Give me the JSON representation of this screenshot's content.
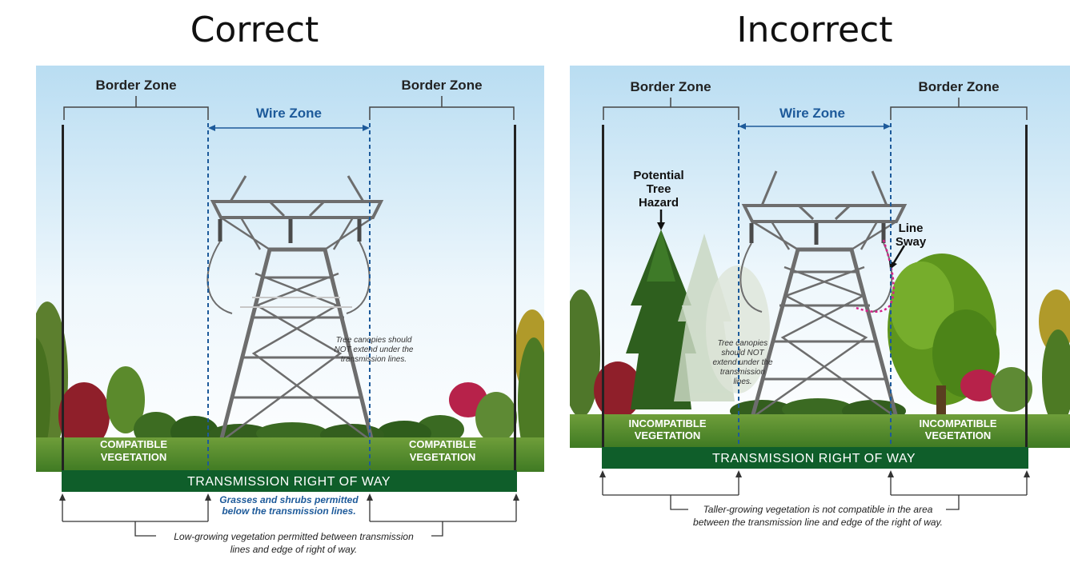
{
  "headings": {
    "correct": "Correct",
    "incorrect": "Incorrect"
  },
  "correct": {
    "border_zone_left": "Border Zone",
    "border_zone_right": "Border Zone",
    "wire_zone": "Wire Zone",
    "canopy_note": [
      "Tree canopies should",
      "NOT extend under the",
      "transmission lines."
    ],
    "veg_left": [
      "COMPATIBLE",
      "VEGETATION"
    ],
    "veg_right": [
      "COMPATIBLE",
      "VEGETATION"
    ],
    "row_label": "TRANSMISSION RIGHT OF WAY",
    "wire_caption": [
      "Grasses and shrubs permitted",
      "below the transmission lines."
    ],
    "bottom_caption": [
      "Low-growing vegetation permitted between transmission",
      "lines and edge of right of way."
    ]
  },
  "incorrect": {
    "border_zone_left": "Border Zone",
    "border_zone_right": "Border Zone",
    "wire_zone": "Wire Zone",
    "hazard_label": [
      "Potential",
      "Tree",
      "Hazard"
    ],
    "sway_label": [
      "Line",
      "Sway"
    ],
    "canopy_note": [
      "Tree canopies",
      "should NOT",
      "extend under the",
      "transmission",
      "lines."
    ],
    "veg_left": [
      "INCOMPATIBLE",
      "VEGETATION"
    ],
    "veg_right": [
      "INCOMPATIBLE",
      "VEGETATION"
    ],
    "row_label": "TRANSMISSION RIGHT OF WAY",
    "bottom_caption": [
      "Taller-growing vegetation is not compatible in the area",
      "between the transmission line and edge of the right of way."
    ]
  }
}
